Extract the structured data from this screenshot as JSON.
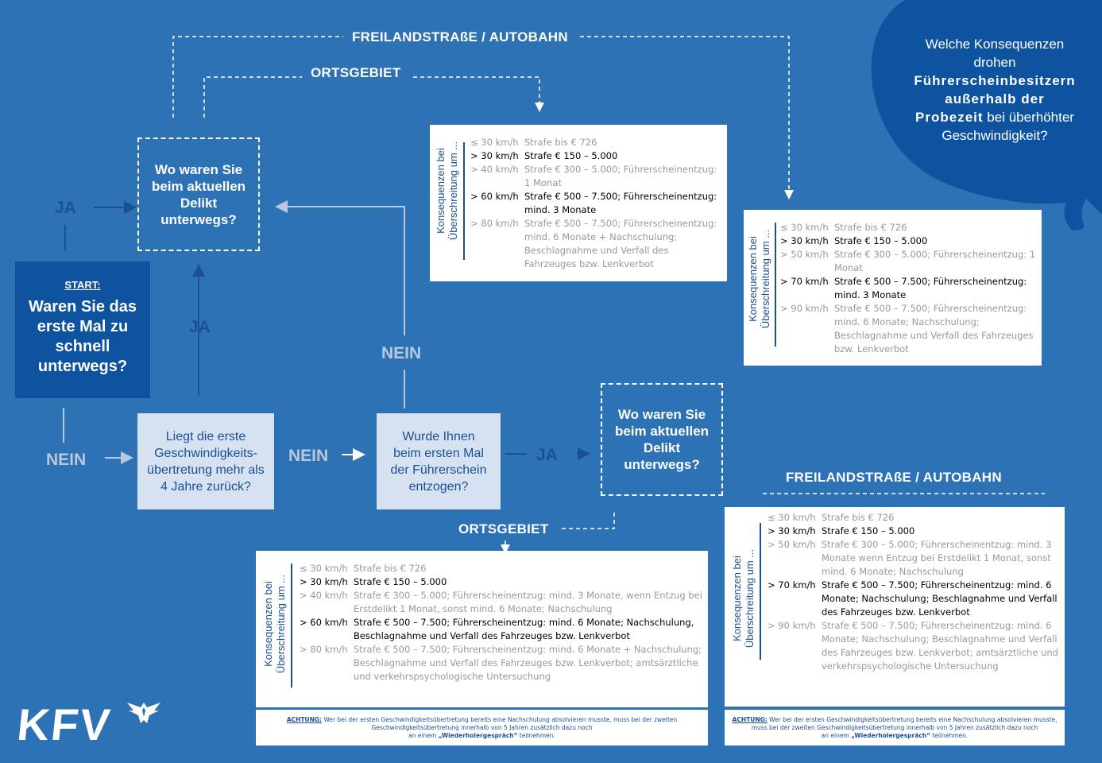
{
  "route_labels": {
    "freiland_top": "FREILANDSTRAßE / AUTOBAHN",
    "ortsgebiet_top": "ORTSGEBIET",
    "freiland_bottom": "FREILANDSTRAßE / AUTOBAHN",
    "ortsgebiet_bottom": "ORTSGEBIET"
  },
  "bubble": {
    "line1": "Welche Konsequenzen",
    "line2": "drohen",
    "bold1": "Führerscheinbesitzern",
    "bold2": "außerhalb der",
    "bold3": "Probezeit",
    "line3_rest": " bei überhöhter",
    "line4": "Geschwindigkeit?"
  },
  "start": {
    "label": "START:",
    "question": "Waren Sie das erste Mal zu schnell unterwegs?"
  },
  "question_top": "Wo waren Sie beim aktuellen Delikt unterwegs?",
  "question_bottom": "Wo waren Sie beim aktuellen Delikt unterwegs?",
  "question_4years": "Liegt die erste Geschwindigkeits-übertretung mehr als 4 Jahre zurück?",
  "question_entzogen": "Wurde Ihnen beim ersten Mal der Führerschein entzogen?",
  "answers": {
    "ja": "JA",
    "nein": "NEIN"
  },
  "table_label": {
    "line1": "Konsequenzen bei",
    "line2": "Überschreitung um ..."
  },
  "tables": {
    "top_ortsgebiet": [
      {
        "speed": "≤ 30 km/h",
        "text": "Strafe bis € 726",
        "hl": false
      },
      {
        "speed": "> 30 km/h",
        "text": "Strafe € 150 – 5.000",
        "hl": true
      },
      {
        "speed": "> 40 km/h",
        "text": "Strafe € 300 – 5.000; Führerscheinentzug: 1 Monat",
        "hl": false
      },
      {
        "speed": "> 60 km/h",
        "text": "Strafe € 500 – 7.500; Führerscheinentzug: mind. 3 Monate",
        "hl": true
      },
      {
        "speed": "> 80 km/h",
        "text": "Strafe € 500 – 7.500; Führerscheinentzug: mind. 6 Monate + Nachschulung; Beschlagnahme und Verfall des Fahrzeuges bzw. Lenkverbot",
        "hl": false
      }
    ],
    "top_freiland": [
      {
        "speed": "≤ 30 km/h",
        "text": "Strafe bis € 726",
        "hl": false
      },
      {
        "speed": "> 30 km/h",
        "text": "Strafe € 150 – 5.000",
        "hl": true
      },
      {
        "speed": "> 50 km/h",
        "text": "Strafe € 300 – 5.000; Führerscheinentzug: 1 Monat",
        "hl": false
      },
      {
        "speed": "> 70 km/h",
        "text": "Strafe € 500 – 7.500; Führerscheinentzug: mind. 3 Monate",
        "hl": true
      },
      {
        "speed": "> 90 km/h",
        "text": "Strafe € 500 – 7.500; Führerscheinentzug: mind. 6 Monate; Nachschulung; Beschlagnahme und Verfall des Fahrzeuges bzw. Lenkverbot",
        "hl": false
      }
    ],
    "bottom_ortsgebiet": [
      {
        "speed": "≤ 30 km/h",
        "text": "Strafe bis € 726",
        "hl": false
      },
      {
        "speed": "> 30 km/h",
        "text": "Strafe € 150 – 5.000",
        "hl": true
      },
      {
        "speed": "> 40 km/h",
        "text": "Strafe € 300 – 5.000; Führerscheinentzug: mind. 3 Monate, wenn Entzug bei Erstdelikt 1 Monat, sonst mind. 6 Monate; Nachschulung",
        "hl": false
      },
      {
        "speed": "> 60 km/h",
        "text": "Strafe € 500 – 7.500; Führerscheinentzug: mind. 6 Monate; Nachschulung, Beschlagnahme und Verfall des Fahrzeuges bzw. Lenkverbot",
        "hl": true
      },
      {
        "speed": "> 80 km/h",
        "text": "Strafe € 500 – 7.500; Führerscheinentzug: mind. 6 Monate + Nachschulung; Beschlagnahme und Verfall des Fahrzeuges bzw. Lenkverbot; amtsärztliche und verkehrspsychologische Untersuchung",
        "hl": false
      }
    ],
    "bottom_freiland": [
      {
        "speed": "≤ 30 km/h",
        "text": "Strafe bis € 726",
        "hl": false
      },
      {
        "speed": "> 30 km/h",
        "text": "Strafe € 150 – 5.000",
        "hl": true
      },
      {
        "speed": "> 50 km/h",
        "text": "Strafe € 300 – 5.000; Führerscheinentzug: mind. 3 Monate wenn Entzug bei Erstdelikt 1 Monat, sonst mind. 6 Monate; Nachschulung",
        "hl": false
      },
      {
        "speed": "> 70 km/h",
        "text": "Strafe € 500 – 7.500; Führerscheinentzug: mind. 6 Monate; Nachschulung; Beschlagnahme und Verfall des Fahrzeuges bzw. Lenkverbot",
        "hl": true
      },
      {
        "speed": "> 90 km/h",
        "text": "Strafe € 500 – 7.500; Führerscheinentzug: mind. 6 Monate; Nachschulung; Beschlagnahme und Verfall des Fahrzeuges bzw. Lenkverbot; amtsärztliche und verkehrspsychologische Untersuchung",
        "hl": false
      }
    ]
  },
  "notes": {
    "achtung": "ACHTUNG:",
    "left_line1": " Wer bei der ersten Geschwindigkeitsübertretung bereits eine Nachschulung absolvieren musste, muss bei der zweiten",
    "left_line2": "Geschwindigkeitsübertretung innerhalb von 5 Jahren zusätzlich dazu noch",
    "right_line1": " Wer bei der ersten Geschwindigkeitsübertretung bereits eine Nachschulung absolvieren musste,",
    "right_line2": "muss bei der zweiten Geschwindigkeitsübertretung innerhalb von 5 Jahren zusätzlich dazu noch",
    "pre": "an einem ",
    "emph": "„Wiederholergespräch“",
    "post": " teilnehmen."
  },
  "logo": "KFV",
  "colors": {
    "background": "#2d72b5",
    "dark_blue": "#1c4f96",
    "light_box": "#d6e2f2",
    "bubble": "#0e53a0"
  }
}
